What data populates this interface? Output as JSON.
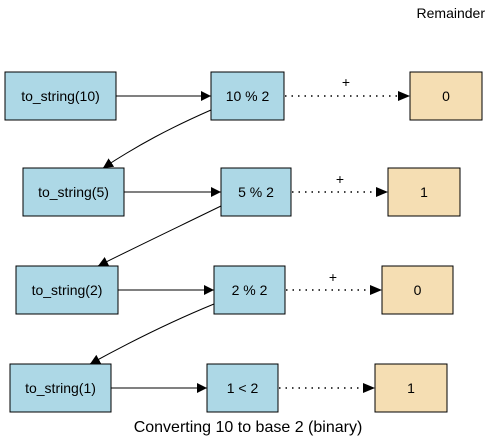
{
  "header": {
    "remainder_label": "Remainder"
  },
  "caption": "Converting 10 to base 2 (binary)",
  "rows": [
    {
      "call": "to_string(10)",
      "op": "10 % 2",
      "plus": "+",
      "remainder": "0"
    },
    {
      "call": "to_string(5)",
      "op": "5 % 2",
      "plus": "+",
      "remainder": "1"
    },
    {
      "call": "to_string(2)",
      "op": "2 % 2",
      "plus": "+",
      "remainder": "0"
    },
    {
      "call": "to_string(1)",
      "op": "1 < 2",
      "plus": "",
      "remainder": "1"
    }
  ],
  "colors": {
    "call_fill": "#add8e6",
    "op_fill": "#add8e6",
    "remainder_fill": "#f5deb3"
  }
}
